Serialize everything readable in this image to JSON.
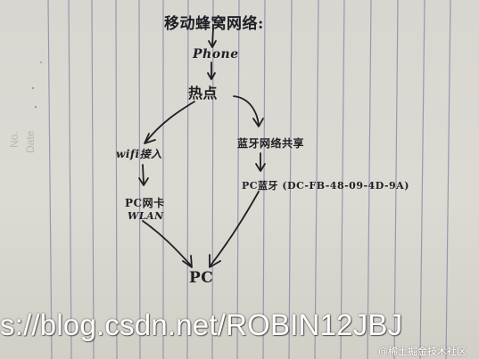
{
  "title": "移动蜂窝网络:",
  "nodes": {
    "phone": "Phone",
    "hotspot": "热点",
    "wifi": "wifi接入",
    "bt_share": "蓝牙网络共享",
    "pc_nic": "PC网卡",
    "wlan": "WLAN",
    "pc_bt": "PC蓝牙 (DC-FB-48-09-4D-9A)",
    "pc": "PC"
  },
  "notebook": {
    "no_label": "No.",
    "date_label": "Date"
  },
  "watermark": {
    "url": "s://blog.csdn.net/ROBIN12JBJ",
    "site": "@稀土掘金技术社区"
  },
  "colors": {
    "paper": "#dcdad3",
    "rule_line": "#8e8da6",
    "ink": "#1f1f24"
  }
}
